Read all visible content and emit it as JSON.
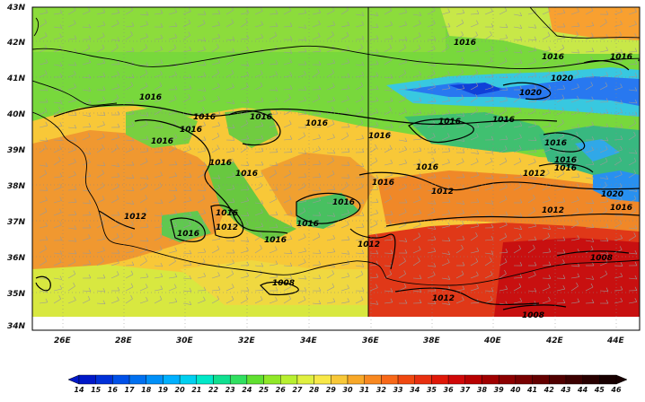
{
  "map": {
    "lat_labels": [
      "43N",
      "42N",
      "41N",
      "40N",
      "39N",
      "38N",
      "37N",
      "36N",
      "35N",
      "34N"
    ],
    "lon_labels": [
      "26E",
      "28E",
      "30E",
      "32E",
      "34E",
      "36E",
      "38E",
      "40E",
      "42E",
      "44E"
    ],
    "isobar_labels": [
      "1016",
      "1016",
      "1016",
      "1016",
      "1016",
      "1016",
      "1016",
      "1016",
      "1016",
      "1016",
      "1016",
      "1016",
      "1016",
      "1016",
      "1016",
      "1016",
      "1016",
      "1016",
      "1016",
      "1016",
      "1016",
      "1016",
      "1016",
      "1016",
      "1016",
      "1020",
      "1020",
      "1020",
      "1012",
      "1012",
      "1012",
      "1012",
      "1012",
      "1012",
      "1012",
      "1008",
      "1008"
    ],
    "colorbar": {
      "values": [
        "14",
        "15",
        "16",
        "17",
        "18",
        "19",
        "20",
        "21",
        "22",
        "23",
        "24",
        "25",
        "26",
        "27",
        "28",
        "29",
        "30",
        "31",
        "32",
        "33",
        "34",
        "35",
        "36",
        "37",
        "38",
        "39",
        "40",
        "41",
        "42",
        "43",
        "44",
        "45",
        "46"
      ],
      "colors": [
        "#0018c8",
        "#0030d8",
        "#0050e8",
        "#0070f0",
        "#0090f8",
        "#00b0ff",
        "#00d0f0",
        "#00e8c8",
        "#10e090",
        "#30e060",
        "#60e030",
        "#90e828",
        "#b8f030",
        "#e0f040",
        "#f8e848",
        "#f8c838",
        "#f8a828",
        "#f88820",
        "#f86818",
        "#f04810",
        "#e83010",
        "#e01808",
        "#d00808",
        "#b80000",
        "#a00000",
        "#8c0000",
        "#780000",
        "#640000",
        "#500000",
        "#3c0000",
        "#280000",
        "#180000"
      ]
    },
    "colors": {
      "sea_green": "#5fd03c",
      "north_sea": "#8cdc3c",
      "black_sea_blue": "#2878f0",
      "land_orange": "#f0a030",
      "south_red": "#c81818",
      "outline": "#000000"
    }
  }
}
